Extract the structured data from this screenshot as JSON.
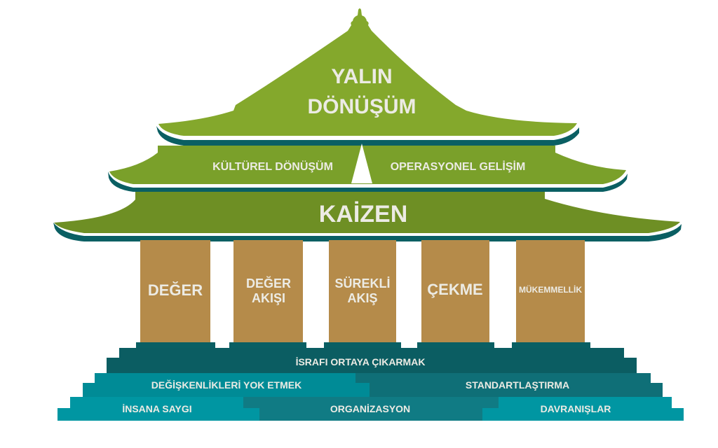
{
  "title": {
    "line1": "YALIN",
    "line2": "DÖNÜŞÜM"
  },
  "middle_tier": {
    "left": "KÜLTÜREL DÖNÜŞÜM",
    "right": "OPERASYONEL GELİŞİM"
  },
  "base_tier": {
    "label": "KAİZEN"
  },
  "pillars": [
    {
      "line1": "DEĞER",
      "line2": ""
    },
    {
      "line1": "DEĞER",
      "line2": "AKIŞI"
    },
    {
      "line1": "SÜREKLİ",
      "line2": "AKIŞ"
    },
    {
      "line1": "ÇEKME",
      "line2": ""
    },
    {
      "line1": "MÜKEMMELLİK",
      "line2": ""
    }
  ],
  "steps": {
    "row1": [
      "İSRAFI ORTAYA ÇIKARMAK"
    ],
    "row2": [
      "DEĞİŞKENLİKLERİ YOK ETMEK",
      "STANDARTLAŞTIRMA"
    ],
    "row3": [
      "İNSANA SAYGI",
      "ORGANİZASYON",
      "DAVRANIŞLAR"
    ]
  },
  "colors": {
    "roof_green": "#84a82c",
    "roof_green_dark": "#6f8e25",
    "teal_dark": "#0a5f63",
    "pillar": "#b58b4a",
    "step_light": "#0096a2",
    "step_mid": "#107b84",
    "text": "#ecebe4"
  }
}
